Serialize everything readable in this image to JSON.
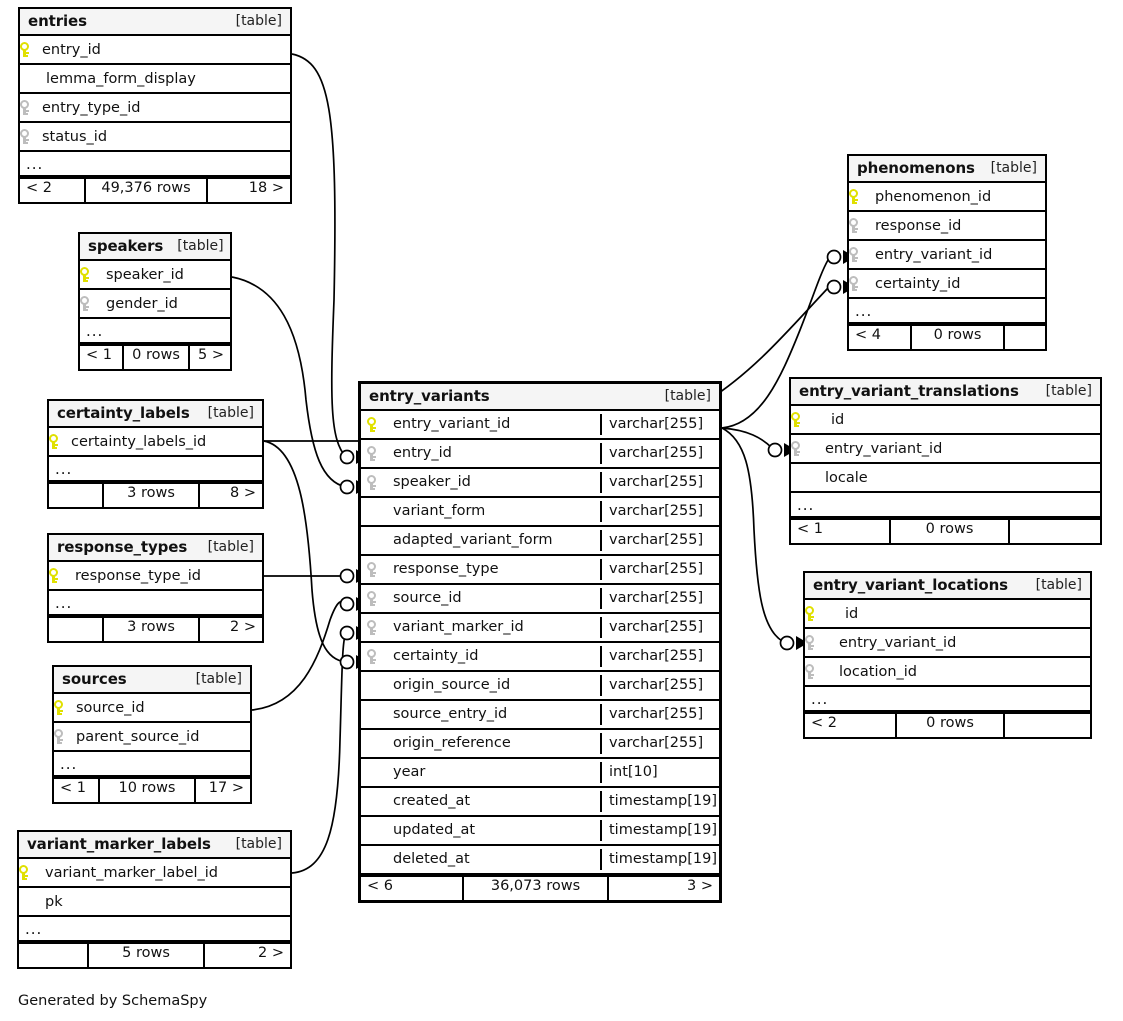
{
  "diagram": {
    "credit": "Generated by SchemaSpy",
    "table_tag": "[table]",
    "ellipsis": "...",
    "colors": {
      "pk_key": "#e0e000",
      "fk_key": "#bdbdbd",
      "header_bg": "#f5f5f5",
      "border": "#000000"
    }
  },
  "tables": {
    "entries": {
      "name": "entries",
      "tag": "[table]",
      "columns": [
        {
          "key": "pk",
          "name": "entry_id"
        },
        {
          "key": "none",
          "name": "lemma_form_display"
        },
        {
          "key": "fk",
          "name": "entry_type_id"
        },
        {
          "key": "fk",
          "name": "status_id"
        }
      ],
      "more": "...",
      "footer": {
        "left": "< 2",
        "middle": "49,376 rows",
        "right": "18 >"
      }
    },
    "speakers": {
      "name": "speakers",
      "tag": "[table]",
      "columns": [
        {
          "key": "pk",
          "name": "speaker_id"
        },
        {
          "key": "fk",
          "name": "gender_id"
        }
      ],
      "more": "...",
      "footer": {
        "left": "< 1",
        "middle": "0 rows",
        "right": "5 >"
      }
    },
    "certainty_labels": {
      "name": "certainty_labels",
      "tag": "[table]",
      "columns": [
        {
          "key": "pk",
          "name": "certainty_labels_id"
        }
      ],
      "more": "...",
      "footer": {
        "left": "",
        "middle": "3 rows",
        "right": "8 >"
      }
    },
    "response_types": {
      "name": "response_types",
      "tag": "[table]",
      "columns": [
        {
          "key": "pk",
          "name": "response_type_id"
        }
      ],
      "more": "...",
      "footer": {
        "left": "",
        "middle": "3 rows",
        "right": "2 >"
      }
    },
    "sources": {
      "name": "sources",
      "tag": "[table]",
      "columns": [
        {
          "key": "pk",
          "name": "source_id"
        },
        {
          "key": "fk",
          "name": "parent_source_id"
        }
      ],
      "more": "...",
      "footer": {
        "left": "< 1",
        "middle": "10 rows",
        "right": "17 >"
      }
    },
    "variant_marker_labels": {
      "name": "variant_marker_labels",
      "tag": "[table]",
      "columns": [
        {
          "key": "pk",
          "name": "variant_marker_label_id"
        },
        {
          "key": "none",
          "name": "pk"
        }
      ],
      "more": "...",
      "footer": {
        "left": "",
        "middle": "5 rows",
        "right": "2 >"
      }
    },
    "entry_variants": {
      "name": "entry_variants",
      "tag": "[table]",
      "columns": [
        {
          "key": "pk",
          "name": "entry_variant_id",
          "type": "varchar[255]"
        },
        {
          "key": "fk",
          "name": "entry_id",
          "type": "varchar[255]"
        },
        {
          "key": "fk",
          "name": "speaker_id",
          "type": "varchar[255]"
        },
        {
          "key": "none",
          "name": "variant_form",
          "type": "varchar[255]"
        },
        {
          "key": "none",
          "name": "adapted_variant_form",
          "type": "varchar[255]"
        },
        {
          "key": "fk",
          "name": "response_type",
          "type": "varchar[255]"
        },
        {
          "key": "fk",
          "name": "source_id",
          "type": "varchar[255]"
        },
        {
          "key": "fk",
          "name": "variant_marker_id",
          "type": "varchar[255]"
        },
        {
          "key": "fk",
          "name": "certainty_id",
          "type": "varchar[255]"
        },
        {
          "key": "none",
          "name": "origin_source_id",
          "type": "varchar[255]"
        },
        {
          "key": "none",
          "name": "source_entry_id",
          "type": "varchar[255]"
        },
        {
          "key": "none",
          "name": "origin_reference",
          "type": "varchar[255]"
        },
        {
          "key": "none",
          "name": "year",
          "type": "int[10]"
        },
        {
          "key": "none",
          "name": "created_at",
          "type": "timestamp[19]"
        },
        {
          "key": "none",
          "name": "updated_at",
          "type": "timestamp[19]"
        },
        {
          "key": "none",
          "name": "deleted_at",
          "type": "timestamp[19]"
        }
      ],
      "footer": {
        "left": "< 6",
        "middle": "36,073 rows",
        "right": "3 >"
      }
    },
    "phenomenons": {
      "name": "phenomenons",
      "tag": "[table]",
      "columns": [
        {
          "key": "pk",
          "name": "phenomenon_id"
        },
        {
          "key": "fk",
          "name": "response_id"
        },
        {
          "key": "fk",
          "name": "entry_variant_id"
        },
        {
          "key": "fk",
          "name": "certainty_id"
        }
      ],
      "more": "...",
      "footer": {
        "left": "< 4",
        "middle": "0 rows",
        "right": ""
      }
    },
    "entry_variant_translations": {
      "name": "entry_variant_translations",
      "tag": "[table]",
      "columns": [
        {
          "key": "pk",
          "name": "id"
        },
        {
          "key": "fk",
          "name": "entry_variant_id"
        },
        {
          "key": "none",
          "name": "locale"
        }
      ],
      "more": "...",
      "footer": {
        "left": "< 1",
        "middle": "0 rows",
        "right": ""
      }
    },
    "entry_variant_locations": {
      "name": "entry_variant_locations",
      "tag": "[table]",
      "columns": [
        {
          "key": "pk",
          "name": "id"
        },
        {
          "key": "fk",
          "name": "entry_variant_id"
        },
        {
          "key": "fk",
          "name": "location_id"
        }
      ],
      "more": "...",
      "footer": {
        "left": "< 2",
        "middle": "0 rows",
        "right": ""
      }
    }
  }
}
